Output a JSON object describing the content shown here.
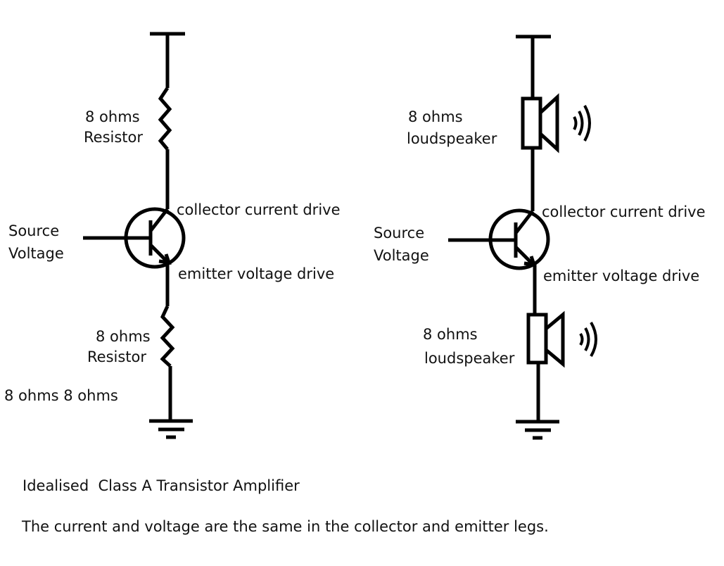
{
  "left_circuit": {
    "top_load_label_1": "8 ohms",
    "top_load_label_2": "Resistor",
    "bottom_load_label_1": "8 ohms",
    "bottom_load_label_2": "Resistor",
    "source_label_1": "Source",
    "source_label_2": "Voltage",
    "collector_label": "collector current drive",
    "emitter_label": "emitter voltage drive",
    "extra_label": "8 ohms 8 ohms"
  },
  "right_circuit": {
    "top_load_label_1": "8 ohms",
    "top_load_label_2": "loudspeaker",
    "bottom_load_label_1": "8 ohms",
    "bottom_load_label_2": "loudspeaker",
    "source_label_1": "Source",
    "source_label_2": "Voltage",
    "collector_label": "collector current drive",
    "emitter_label": "emitter voltage drive"
  },
  "caption": {
    "title": "Idealised  Class A Transistor Amplifier",
    "note": "The current and voltage are the same in the collector and emitter legs."
  },
  "colors": {
    "ink": "#000000",
    "background": "#ffffff"
  }
}
